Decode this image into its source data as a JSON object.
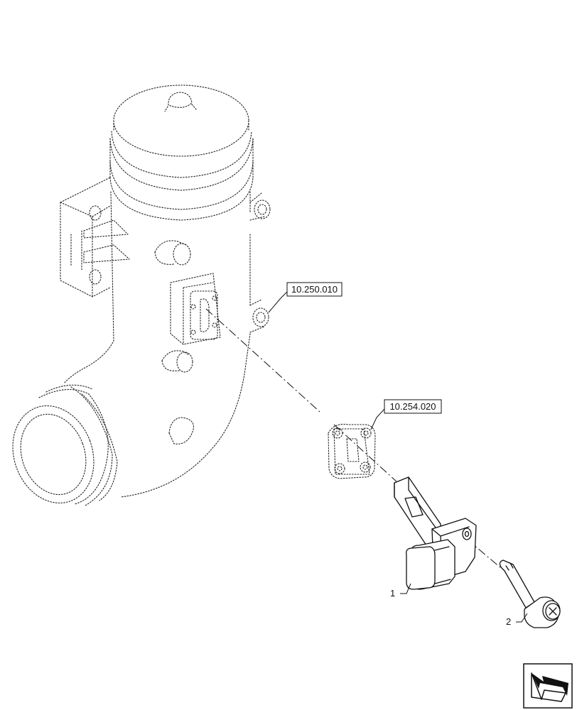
{
  "references": {
    "upper": "10.250.010",
    "lower": "10.254.020"
  },
  "callouts": {
    "sensor": "1",
    "bolt": "2"
  },
  "icons": {
    "navigation": "next-page-arrow-icon"
  }
}
